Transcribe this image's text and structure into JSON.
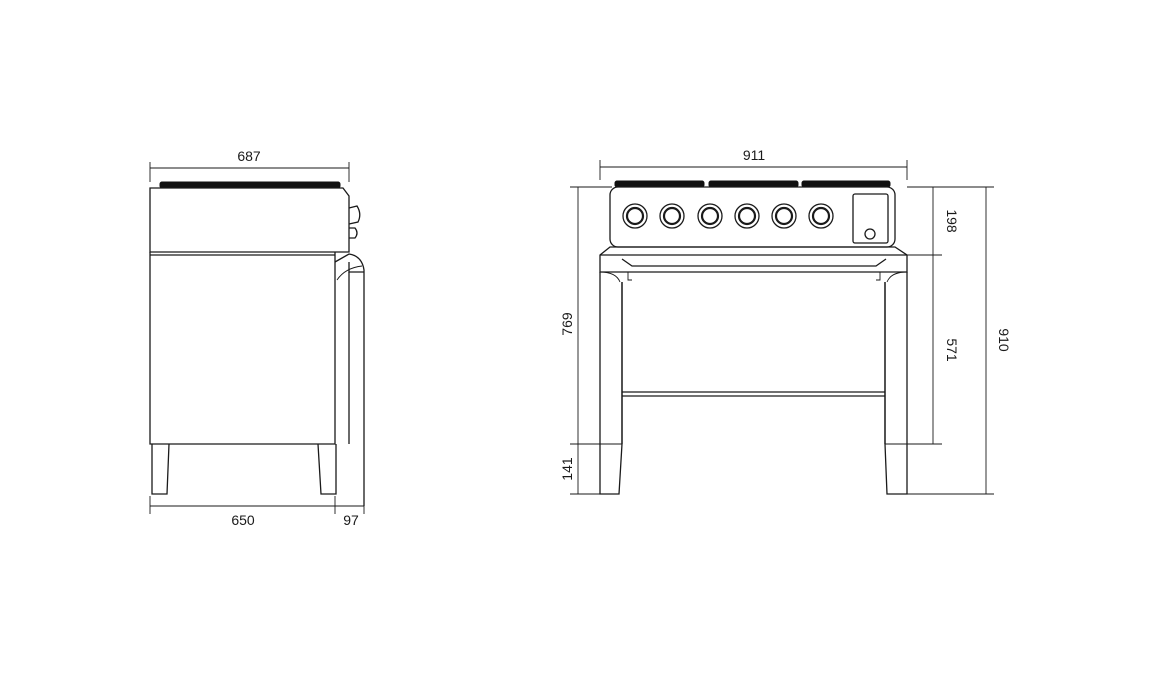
{
  "side_view": {
    "dimensions": {
      "top_width": "687",
      "body_depth": "650",
      "handle_depth": "97"
    }
  },
  "front_view": {
    "knob_count": 6,
    "dimensions": {
      "overall_width": "911",
      "top_section_height": "198",
      "oven_height": "571",
      "overall_height": "910",
      "body_height": "769",
      "leg_height": "141"
    }
  },
  "colors": {
    "line": "#1a1a1a",
    "burner": "#111111",
    "background": "#ffffff"
  }
}
